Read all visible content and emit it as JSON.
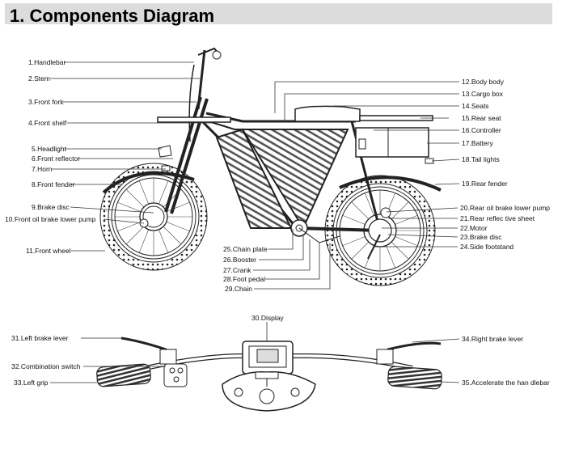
{
  "title": "1.  Components Diagram",
  "labels": {
    "l1": "1.Handlebar",
    "l2": "2.Stem",
    "l3": "3.Front fork",
    "l4": "4.Front shelf",
    "l5": "5.Headlight",
    "l6": "6.Front reflector",
    "l7": "7.Horn",
    "l8": "8.Front fender",
    "l9": "9.Brake disc",
    "l10": "10.Front oil brake lower pump",
    "l11": "11.Front wheel",
    "l12": "12.Body body",
    "l13": "13.Cargo box",
    "l14": "14.Seats",
    "l15": "15.Rear seat",
    "l16": "16.Controller",
    "l17": "17.Battery",
    "l18": "18.Tail lights",
    "l19": "19.Rear fender",
    "l20": "20.Rear oil brake lower pump",
    "l21": "21.Rear reflec tive sheet",
    "l22": "22.Motor",
    "l23": "23.Brake disc",
    "l24": "24.Side footstand",
    "l25": "25.Chain plate",
    "l26": "26.Booster",
    "l27": "27.Crank",
    "l28": "28.Foot pedal",
    "l29": "29.Chain",
    "l30": "30.Display",
    "l31": "31.Left brake lever",
    "l32": "32.Combination switch",
    "l33": "33.Left grip",
    "l34": "34.Right brake lever",
    "l35": "35.Accelerate the han dlebar"
  }
}
